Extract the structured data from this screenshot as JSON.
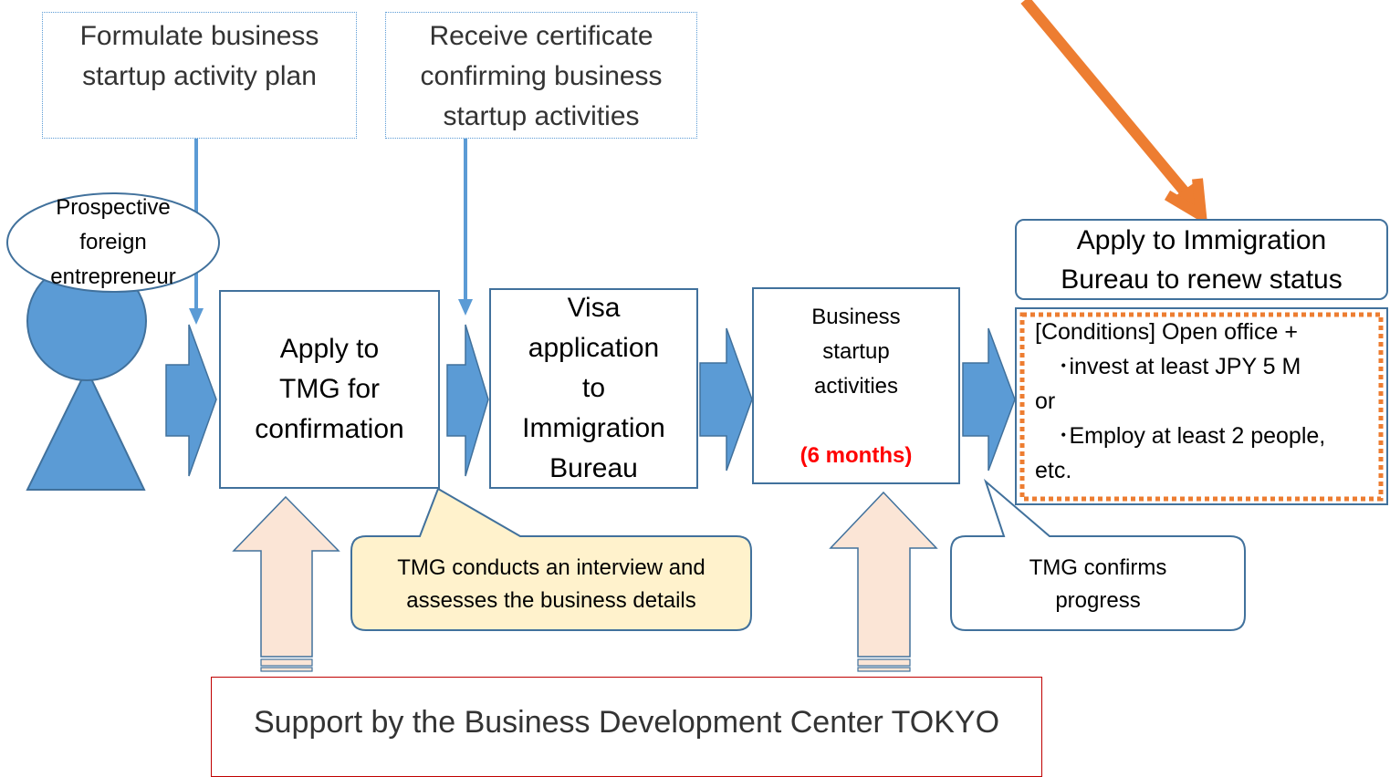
{
  "plan_note": [
    "Formulate business",
    "startup activity plan"
  ],
  "certificate_note": [
    "Receive certificate",
    "confirming business",
    "startup activities"
  ],
  "entrepreneur_label": [
    "Prospective",
    "foreign",
    "entrepreneur"
  ],
  "steps": {
    "apply_tmg": [
      "Apply to",
      "TMG for",
      "confirmation"
    ],
    "visa": [
      "Visa",
      "application",
      "to",
      "Immigration",
      "Bureau"
    ],
    "business": [
      "Business",
      "startup",
      "activities"
    ],
    "business_duration": "(6 months)"
  },
  "renew_header": [
    "Apply to Immigration",
    "Bureau to renew status"
  ],
  "conditions": [
    "[Conditions] Open office +",
    "　･invest at least JPY 5 M",
    "or",
    "　･Employ at least 2 people,",
    "etc."
  ],
  "interview_callout": [
    "TMG conducts an interview and",
    "assesses the business details"
  ],
  "progress_callout": [
    "TMG confirms",
    "progress"
  ],
  "support_label": "Support by the Business Development Center TOKYO",
  "colors": {
    "blue_fill": "#5b9bd5",
    "blue_stroke": "#41719c",
    "light_blue_line": "#5b9bd5",
    "orange": "#ed7d31",
    "peach": "#fbe5d6",
    "yellow_callout": "#fff2cc",
    "red_text": "#ff0000",
    "support_border": "#c00000"
  }
}
